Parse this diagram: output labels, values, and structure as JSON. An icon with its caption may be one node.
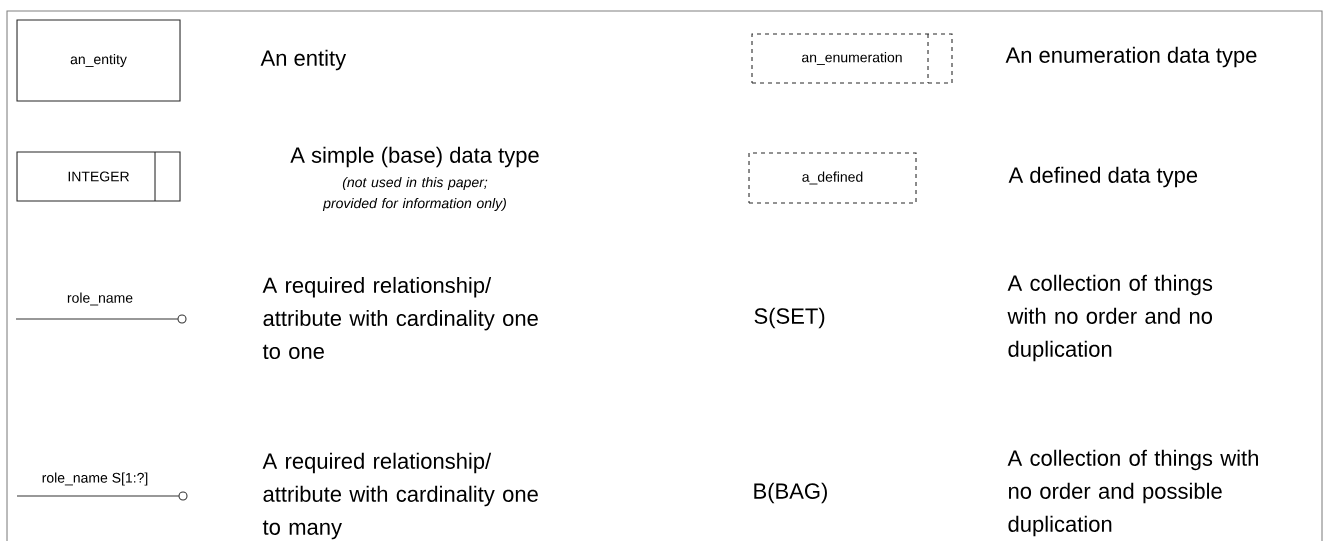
{
  "diagram": {
    "nodes": [
      {
        "text": [
          "an_entity"
        ]
      },
      {
        "text": [
          "INTEGER"
        ]
      },
      {
        "text": [
          "an_enumeration"
        ]
      },
      {
        "text": [
          "a_defined"
        ]
      }
    ],
    "labels": [
      "An entity",
      "An enumeration data type",
      "A simple (base) data type",
      "(not used in this paper; provided for information only)",
      "A defined data type",
      "role_name",
      "A required relationship/ attribute with cardinality one to one",
      "S(SET)",
      "A collection of things with no order and no duplication",
      "role_name S[1:?]",
      "A required relationship/ attribute with cardinality one to many",
      "B(BAG)",
      "A collection of things with no order and possible duplication"
    ]
  }
}
